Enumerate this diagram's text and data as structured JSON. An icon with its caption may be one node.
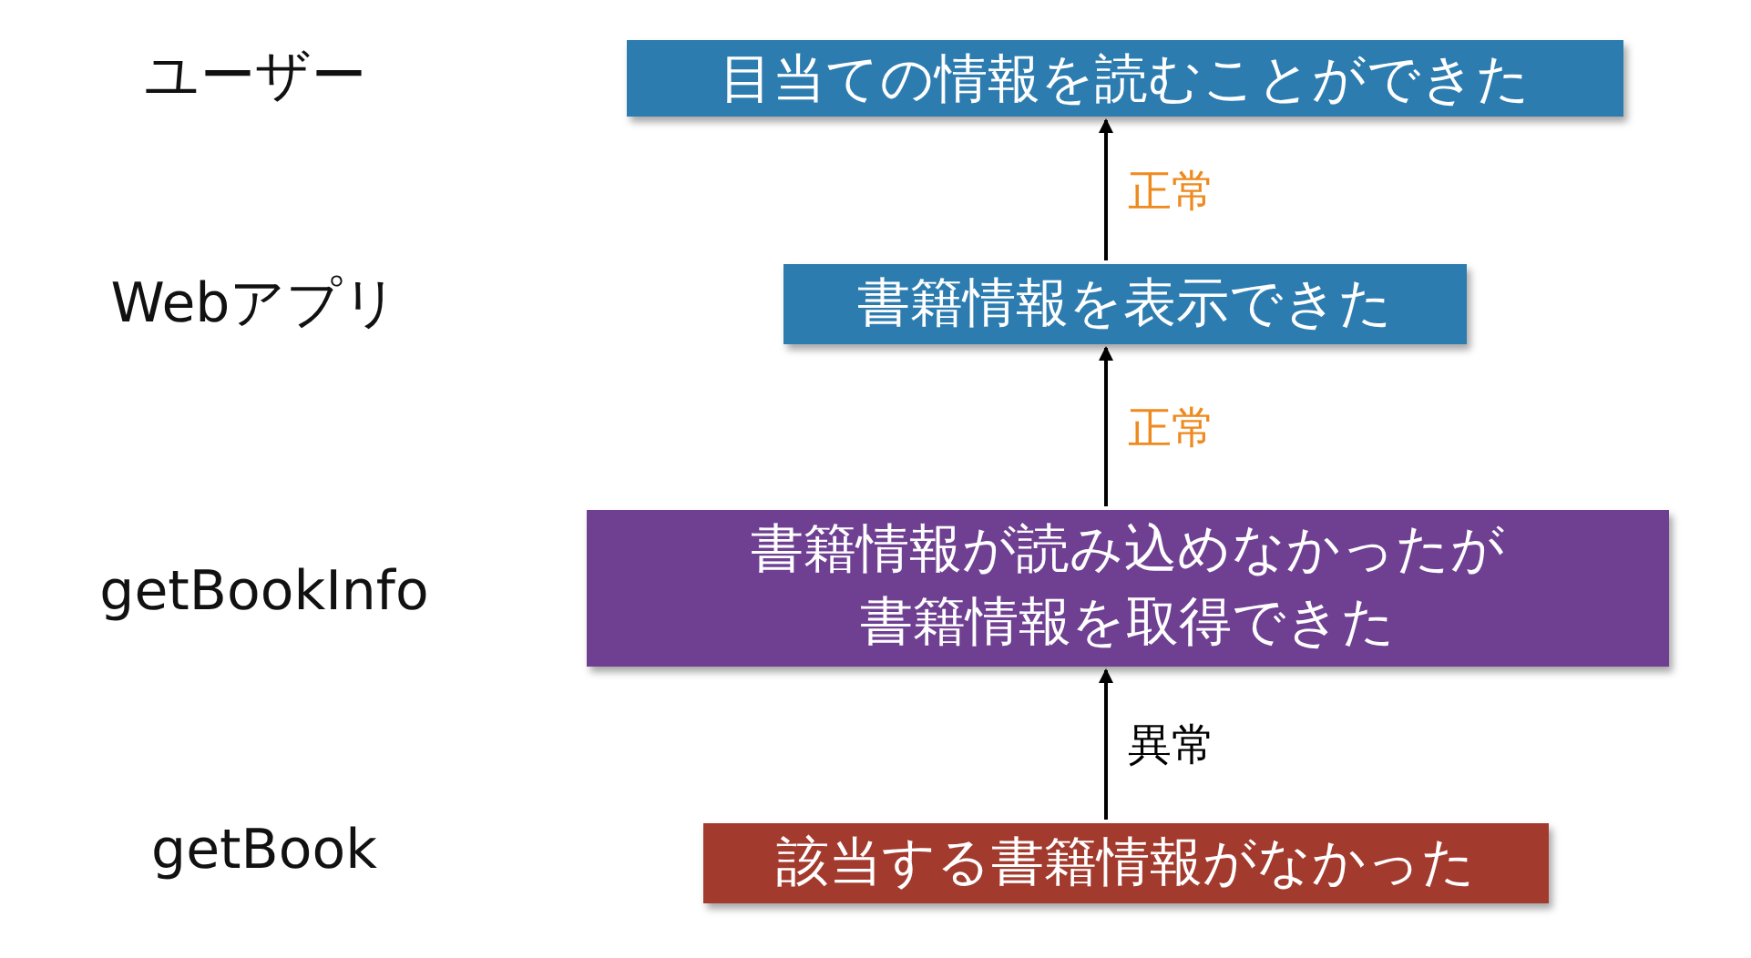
{
  "diagram": {
    "nodes": [
      {
        "text": [
          "目当ての情報を読むことができた"
        ]
      },
      {
        "text": [
          "書籍情報を表示できた"
        ]
      },
      {
        "text": [
          "書籍情報が読み込めなかったが書籍情報を取得できた"
        ]
      },
      {
        "text": [
          "該当する書籍情報がなかった"
        ]
      }
    ],
    "edges": [
      {
        "from": 3,
        "to": 2,
        "arrow": "to",
        "label": "異常"
      },
      {
        "from": 2,
        "to": 1,
        "arrow": "to",
        "label": "正常"
      },
      {
        "from": 1,
        "to": 0,
        "arrow": "to",
        "label": "正常"
      }
    ],
    "labels": [
      "ユーザー",
      "Webアプリ",
      "getBookInfo",
      "getBook"
    ]
  }
}
